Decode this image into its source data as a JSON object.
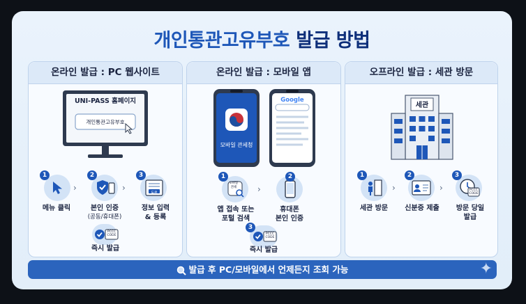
{
  "title_part1": "개인통관고유부호",
  "title_part2": "발급 방법",
  "panels": [
    {
      "heading": "온라인 발급 : PC 웹사이트",
      "monitor_title": "UNI-PASS 홈페이지",
      "monitor_field": "개인통관고유부호",
      "steps": [
        {
          "num": "1",
          "label": "메뉴 클릭"
        },
        {
          "num": "2",
          "label": "본인 인증",
          "sub": "(공동/휴대폰)"
        },
        {
          "num": "3",
          "label1": "정보 입력",
          "label2": "& 등록",
          "badge": "등록"
        }
      ],
      "result": {
        "code1": "PCCC",
        "code2": "CODE",
        "label": "즉시 발급"
      }
    },
    {
      "heading": "온라인 발급 : 모바일 앱",
      "phone1_text": "모바일 관세청",
      "phone2_search": "Google",
      "steps": [
        {
          "num": "1",
          "label1": "앱 접속 또는",
          "label2": "포털 검색",
          "icon_text1": "모바일",
          "icon_text2": "관세"
        },
        {
          "num": "2",
          "label1": "휴대폰",
          "label2": "본인 인증"
        },
        {
          "num": "3",
          "code1": "PCCC",
          "code2": "CODE"
        }
      ],
      "result_label": "즉시 발급"
    },
    {
      "heading": "오프라인 발급 : 세관 방문",
      "building_sign": "세관",
      "steps": [
        {
          "num": "1",
          "label": "세관 방문"
        },
        {
          "num": "2",
          "label": "신분증 제출"
        },
        {
          "num": "3",
          "label1": "방문 당일",
          "label2": "발급",
          "code1": "PCCC",
          "code2": "CODE"
        }
      ]
    }
  ],
  "bottom_note": "발급 후 PC/모바일에서 언제든지 조회 가능",
  "colors": {
    "accent": "#1e57b8",
    "bar": "#2b64bd",
    "panel_head": "#dce9f8"
  }
}
